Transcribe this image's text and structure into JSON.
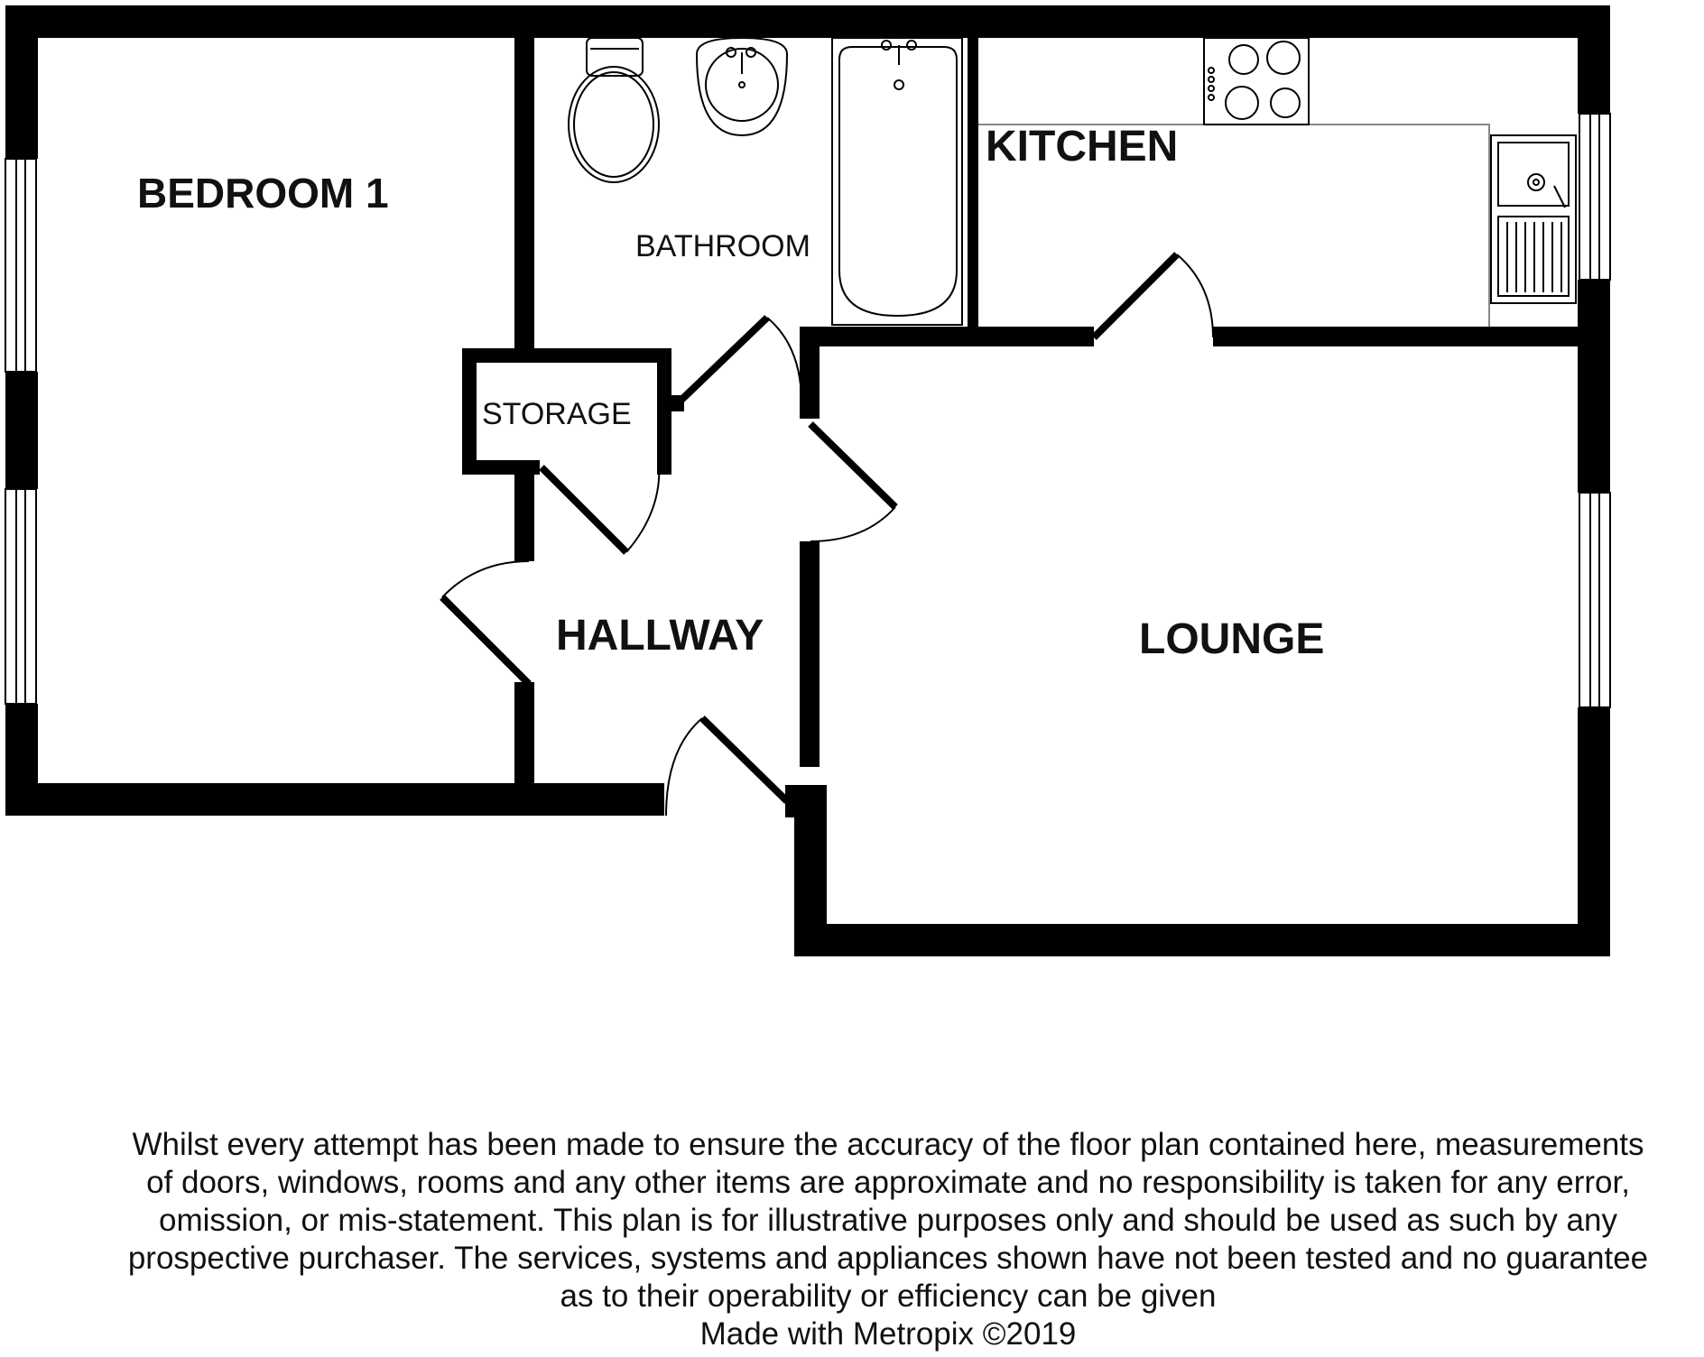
{
  "rooms": {
    "bedroom": "BEDROOM 1",
    "bathroom": "BATHROOM",
    "kitchen": "KITCHEN",
    "storage": "STORAGE",
    "hallway": "HALLWAY",
    "lounge": "LOUNGE"
  },
  "disclaimer": {
    "lines": [
      "Whilst every attempt has been made to ensure the accuracy of the floor plan contained here, measurements",
      "of doors, windows, rooms and any other items are approximate and no responsibility is taken for any error,",
      "omission, or mis-statement. This plan is for illustrative purposes only and should be used as such by any",
      "prospective purchaser. The services, systems and appliances shown have not been tested and no guarantee",
      "as to their operability or efficiency can be given"
    ],
    "credit": "Made with Metropix ©2019"
  }
}
